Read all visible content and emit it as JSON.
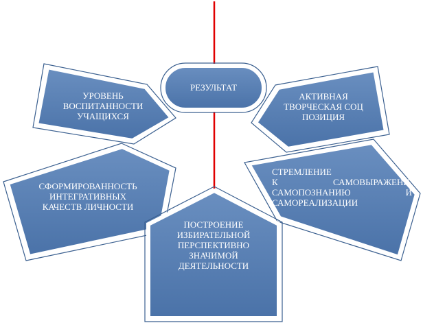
{
  "diagram": {
    "center": {
      "label": "РЕЗУЛЬТАТ"
    },
    "nodes": {
      "upbringing_level": {
        "label": "УРОВЕНЬ\nВОСПИТАННОСТИ\nУЧАЩИХСЯ"
      },
      "active_position": {
        "label": "АКТИВНАЯ\nТВОРЧЕСКАЯ СОЦ\nПОЗИЦИЯ"
      },
      "integrative_qualities": {
        "label": "СФОРМИРОВАННОСТЬ\nИНТЕГРАТИВНЫХ\nКАЧЕСТВ ЛИЧНОСТИ"
      },
      "self_realization": {
        "lines": [
          "СТРЕМЛЕНИЕ",
          "К САМОВЫРАЖЕНИ,",
          "САМОПОЗНАНИЮ И",
          "САМОРЕАЛИЗАЦИИ"
        ]
      },
      "perspective": {
        "label": "ПОСТРОЕНИЕ\nИЗБИРАТЕЛЬНОЙ\nПЕРСПЕКТИВНО\nЗНАЧИМОЙ\nДЕЯТЕЛЬНОСТИ"
      }
    },
    "colors": {
      "fill_light": "#6a8fc0",
      "fill_dark": "#4a72a8",
      "outline": "#3a5f8f",
      "axis_line": "#e00000",
      "text": "#ffffff"
    }
  }
}
